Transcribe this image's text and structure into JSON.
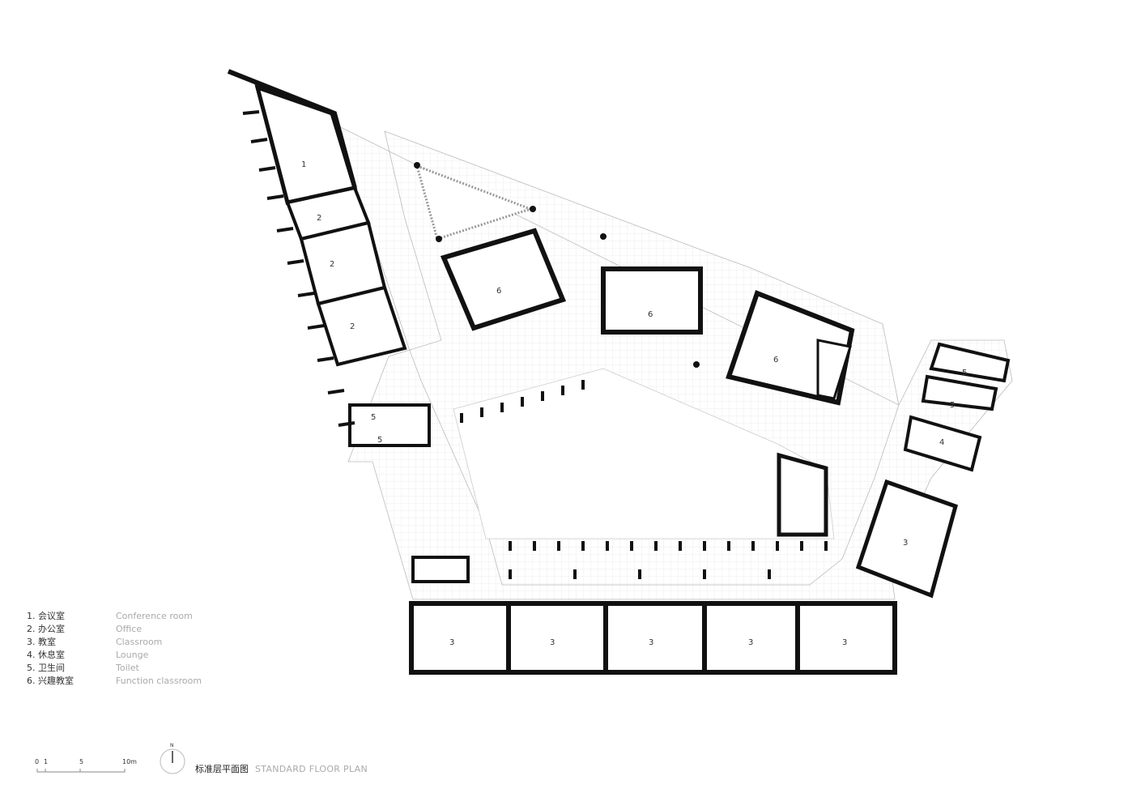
{
  "legend": [
    {
      "num": "1.",
      "cn": "会议室",
      "en": "Conference room"
    },
    {
      "num": "2.",
      "cn": "办公室",
      "en": "Office"
    },
    {
      "num": "3.",
      "cn": "教室",
      "en": "Classroom"
    },
    {
      "num": "4.",
      "cn": "休息室",
      "en": "Lounge"
    },
    {
      "num": "5.",
      "cn": "卫生间",
      "en": "Toilet"
    },
    {
      "num": "6.",
      "cn": "兴趣教室",
      "en": "Function classroom"
    }
  ],
  "rooms": {
    "r1": "1",
    "r2a": "2",
    "r2b": "2",
    "r2c": "2",
    "r6a": "6",
    "r6b": "6",
    "r6c": "6",
    "r5a": "5",
    "r5b": "5",
    "r5c": "5",
    "r5d": "5",
    "r4": "4",
    "r3right": "3",
    "r3a": "3",
    "r3b": "3",
    "r3c": "3",
    "r3d": "3",
    "r3e": "3"
  },
  "scale": {
    "t0": "0",
    "t1": "1",
    "t5": "5",
    "t10": "10m"
  },
  "north": "N",
  "title": {
    "cn": "标准层平面图",
    "en": "STANDARD FLOOR PLAN"
  }
}
